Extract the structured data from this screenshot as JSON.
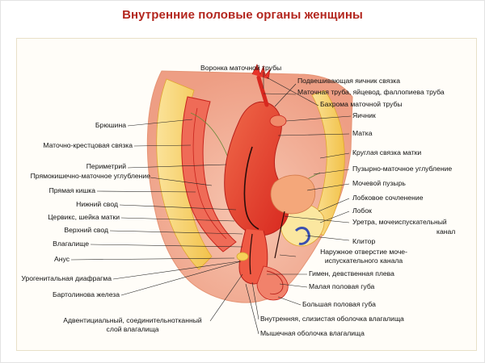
{
  "title": "Внутренние половые органы женщины",
  "labels": {
    "voronka": "Воронка маточной трубы",
    "podveshivayushchaya": "Подвешивающая яичник связка",
    "matochnaya_truba": "Маточная труба, яйцевод, фаллопиева труба",
    "bakhroma": "Бахрома маточной трубы",
    "yaichnik": "Яичник",
    "matka": "Матка",
    "kruglaya": "Круглая связка матки",
    "puzyrno": "Пузырно-маточное углубление",
    "mochevoy": "Мочевой пузырь",
    "lobkovoe": "Лобковое сочленение",
    "lobok": "Лобок",
    "uretra_1": "Уретра, мочеиспускательный",
    "uretra_2": "канал",
    "klitor": "Клитор",
    "naruzhnoe_1": "Наружное отверстие моче-",
    "naruzhnoe_2": "испускательного канала",
    "gimen": "Гимен, девственная плева",
    "malaya": "Малая половая губа",
    "bolshaya": "Большая половая губа",
    "vnutrennyaya": "Внутренняя, слизистая оболочка влагалища",
    "myshechnaya": "Мышечная оболочка влагалища",
    "bryushina": "Брюшина",
    "kresttsovaya": "Маточно-крестцовая связка",
    "perimetriy": "Периметрий",
    "pryamokishechno": "Прямокишечно-маточное углубление",
    "pryamaya": "Прямая кишка",
    "nizhniy": "Нижний свод",
    "tserviks": "Цервикс, шейка матки",
    "verkhniy": "Верхний свод",
    "vlagalishche": "Влагалище",
    "anus": "Анус",
    "urogenitalnaya": "Урогенитальная диафрагма",
    "bartolinova": "Бартолинова железа",
    "adventitsialnyy_1": "Адвентициальный, соединительнотканный",
    "adventitsialnyy_2": "слой влагалища"
  },
  "colors": {
    "title": "#b3261e",
    "organ_red": "#e8342a",
    "organ_dark": "#c8231c",
    "fat_yellow": "#f6d05a",
    "fat_light": "#fbe7a0",
    "skin": "#f2b49a",
    "line": "#222222"
  }
}
